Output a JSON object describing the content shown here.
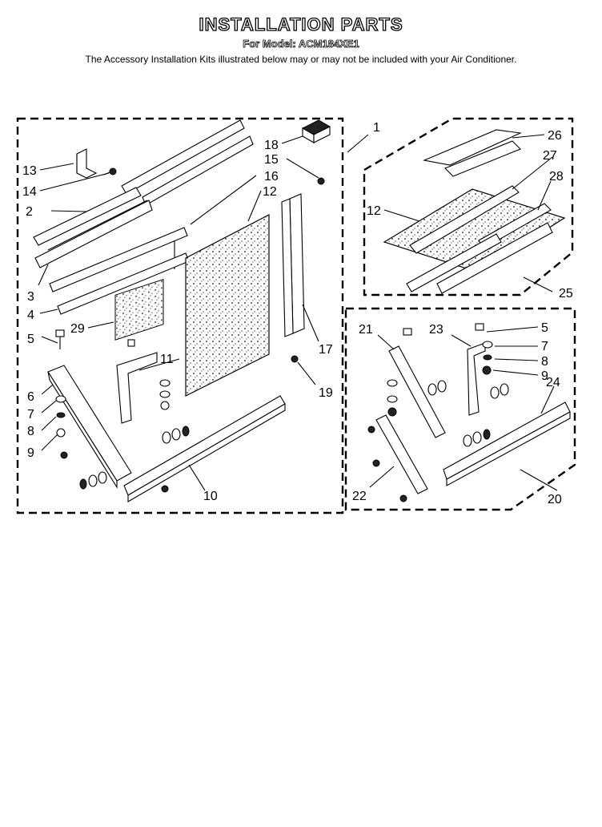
{
  "header": {
    "title": "INSTALLATION PARTS",
    "subtitle": "For Model: ACM184XE1",
    "note": "The Accessory Installation Kits illustrated below may or may not be included with your Air Conditioner."
  },
  "callouts": {
    "c1": "1",
    "c2": "2",
    "c3": "3",
    "c4": "4",
    "c5": "5",
    "c6": "6",
    "c7": "7",
    "c8": "8",
    "c9": "9",
    "c10": "10",
    "c11": "11",
    "c12": "12",
    "c13": "13",
    "c14": "14",
    "c15": "15",
    "c16": "16",
    "c17": "17",
    "c18": "18",
    "c19": "19",
    "c20": "20",
    "c21": "21",
    "c22": "22",
    "c23": "23",
    "c24": "24",
    "c25": "25",
    "c26": "26",
    "c27": "27",
    "c28": "28",
    "c29": "29"
  }
}
